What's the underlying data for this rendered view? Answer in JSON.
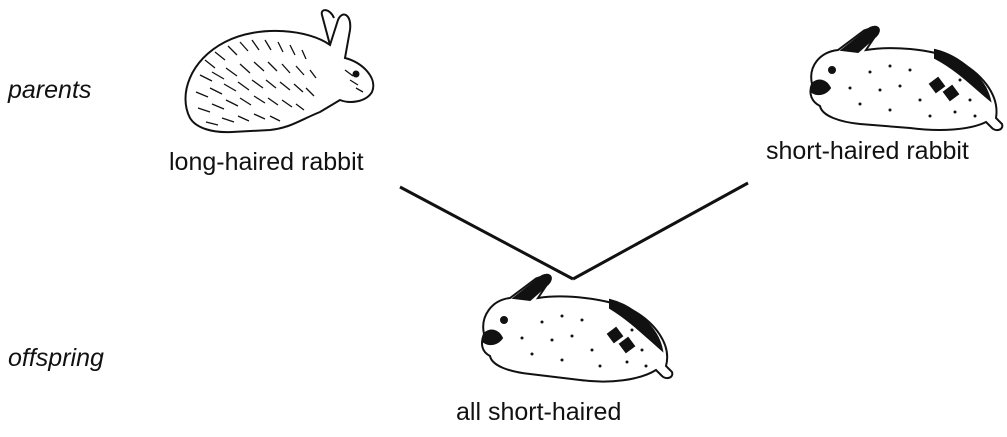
{
  "labels": {
    "parents": "parents",
    "offspring": "offspring"
  },
  "rabbits": {
    "long_haired": {
      "caption": "long-haired rabbit"
    },
    "short_haired": {
      "caption": "short-haired rabbit"
    },
    "offspring": {
      "caption": "all short-haired"
    }
  }
}
